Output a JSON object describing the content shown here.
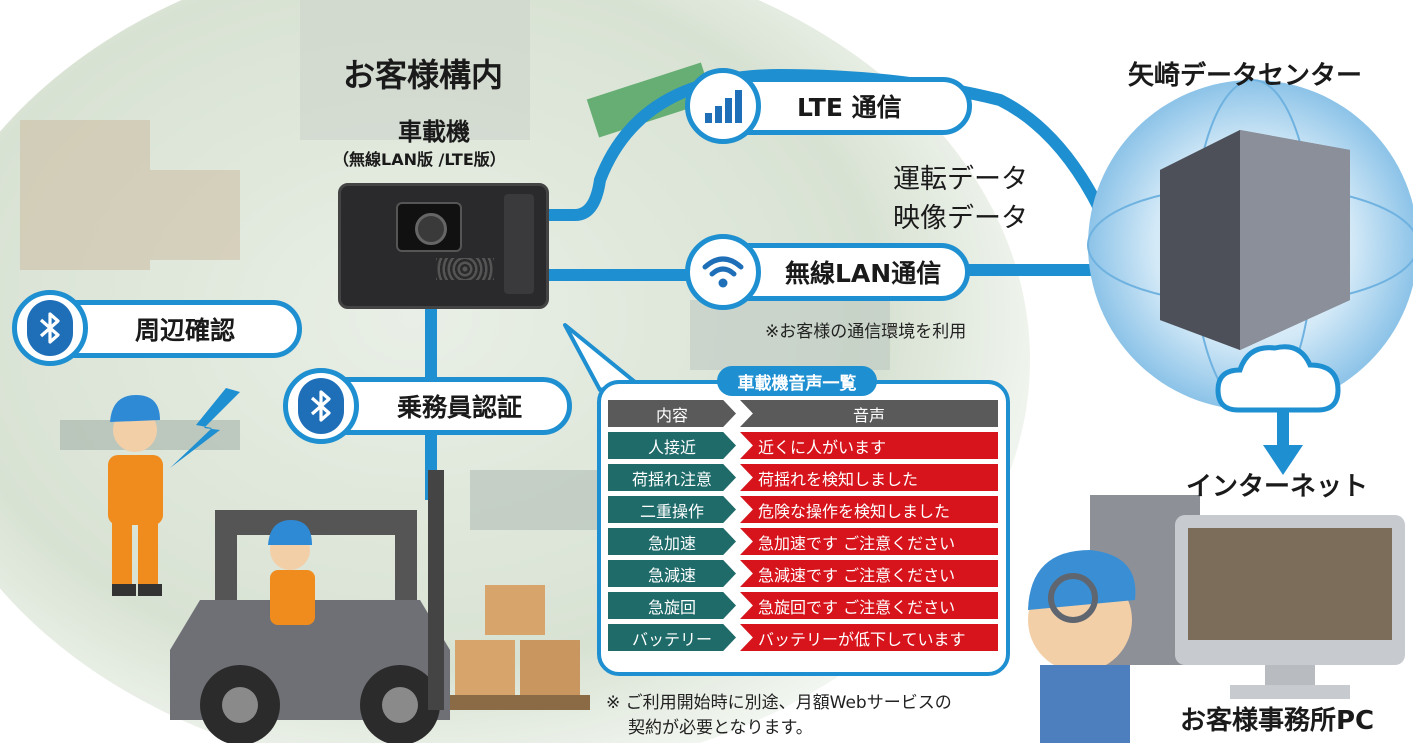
{
  "titles": {
    "customer_premises": "お客様構内",
    "device": "車載機",
    "device_sub": "（無線LAN版 /LTE版）",
    "datacenter": "矢崎データセンター",
    "internet": "インターネット",
    "office_pc": "お客様事務所PC"
  },
  "connections": {
    "lte": "LTE 通信",
    "wlan": "無線LAN通信",
    "data_line1": "運転データ",
    "data_line2": "映像データ",
    "network_note": "※お客様の通信環境を利用"
  },
  "bluetooth": {
    "surroundings": "周辺確認",
    "crew_auth": "乗務員認証"
  },
  "voice_list": {
    "title": "車載機音声一覧",
    "header_content": "内容",
    "header_voice": "音声",
    "rows": [
      {
        "content": "人接近",
        "voice": "近くに人がいます"
      },
      {
        "content": "荷揺れ注意",
        "voice": "荷揺れを検知しました"
      },
      {
        "content": "二重操作",
        "voice": "危険な操作を検知しました"
      },
      {
        "content": "急加速",
        "voice": "急加速です ご注意ください"
      },
      {
        "content": "急減速",
        "voice": "急減速です ご注意ください"
      },
      {
        "content": "急旋回",
        "voice": "急旋回です ご注意ください"
      },
      {
        "content": "バッテリー",
        "voice": "バッテリーが低下しています"
      }
    ]
  },
  "footnote": {
    "line1": "※ ご利用開始時に別途、月額Webサービスの",
    "line2": "契約が必要となります。"
  },
  "colors": {
    "accent_blue": "#1e8fd0",
    "teal": "#1f6b6a",
    "red": "#d7141c",
    "header_gray": "#5a5a5a"
  }
}
